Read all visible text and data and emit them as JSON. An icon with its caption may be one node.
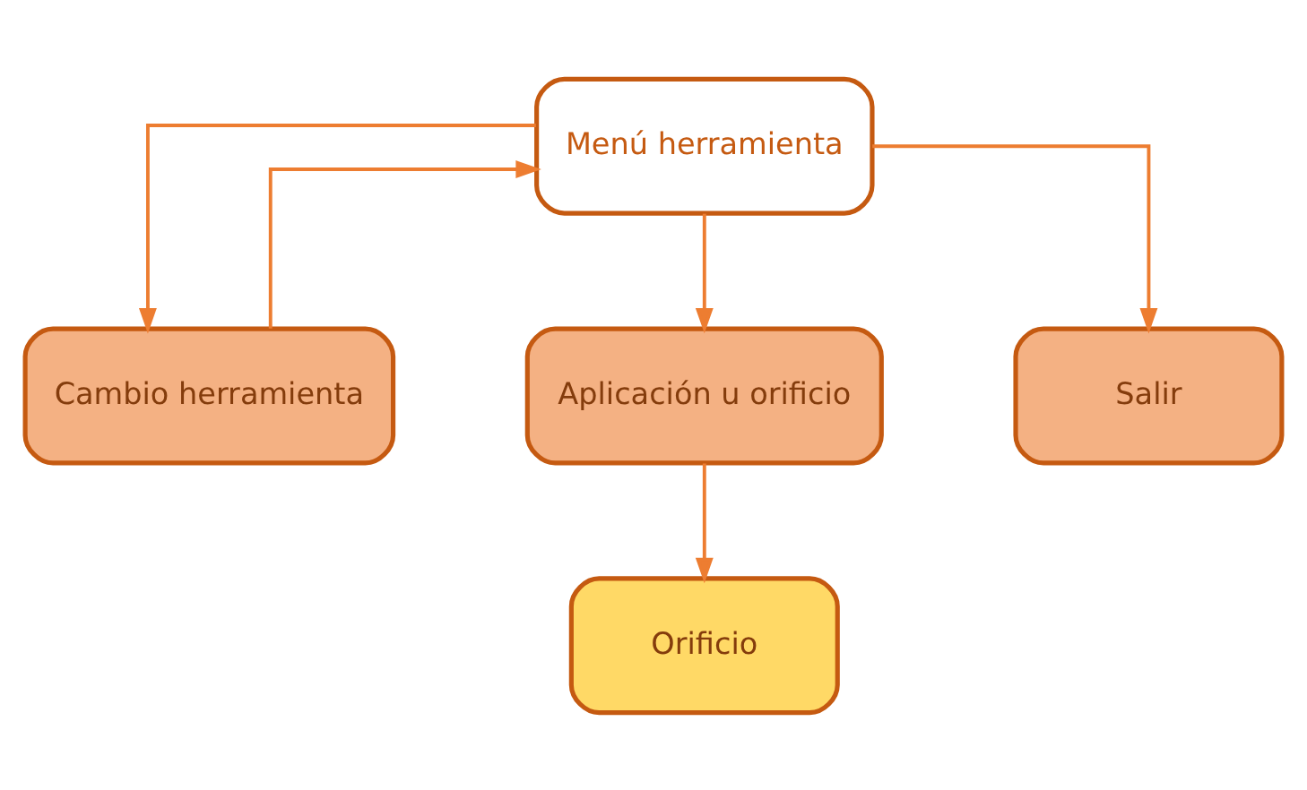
{
  "diagram": {
    "nodes": [
      {
        "text": [
          "Menú herramienta"
        ]
      },
      {
        "text": [
          "Cambio herramienta"
        ]
      },
      {
        "text": [
          "Aplicación u orificio"
        ]
      },
      {
        "text": [
          "Salir"
        ]
      },
      {
        "text": [
          "Orificio"
        ]
      }
    ],
    "edges": [
      {
        "from": 0,
        "to": 1,
        "arrow": "to"
      },
      {
        "from": 0,
        "to": 2,
        "arrow": "to"
      },
      {
        "from": 0,
        "to": 3,
        "arrow": "to"
      },
      {
        "from": 1,
        "to": 0,
        "arrow": "to"
      },
      {
        "from": 2,
        "to": 4,
        "arrow": "to"
      }
    ]
  }
}
